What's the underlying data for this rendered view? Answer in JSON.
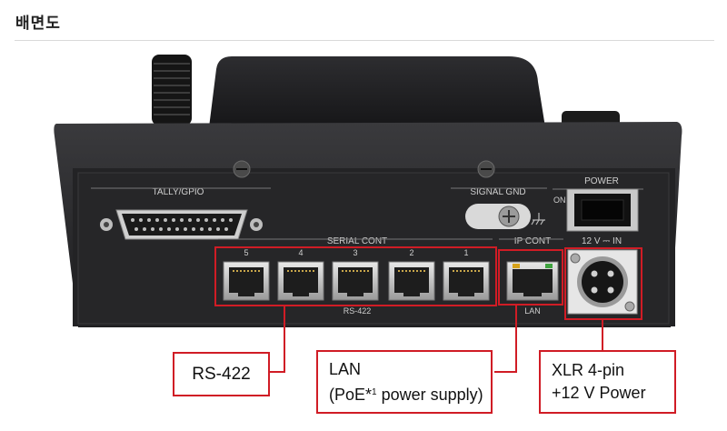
{
  "page": {
    "title": "배면도"
  },
  "panel_labels": {
    "tally_gpio": "TALLY/GPIO",
    "signal_gnd": "SIGNAL GND",
    "power": "POWER",
    "on": "ON",
    "serial_cont": "SERIAL CONT",
    "ip_cont": "IP CONT",
    "power_in": "12 V ⎓ IN",
    "rs422": "RS-422",
    "lan": "LAN",
    "port_numbers": [
      "5",
      "4",
      "3",
      "2",
      "1"
    ]
  },
  "callouts": {
    "rs422": "RS-422",
    "lan_line1": "LAN",
    "lan_line2_prefix": "(PoE*",
    "lan_sup": "1",
    "lan_line2_suffix": " power supply)",
    "xlr_line1": "XLR 4-pin",
    "xlr_line2": "+12 V Power"
  },
  "colors": {
    "highlight": "#d01c25",
    "body": "#2a2a2c",
    "panel_text": "#cfcfcf"
  }
}
